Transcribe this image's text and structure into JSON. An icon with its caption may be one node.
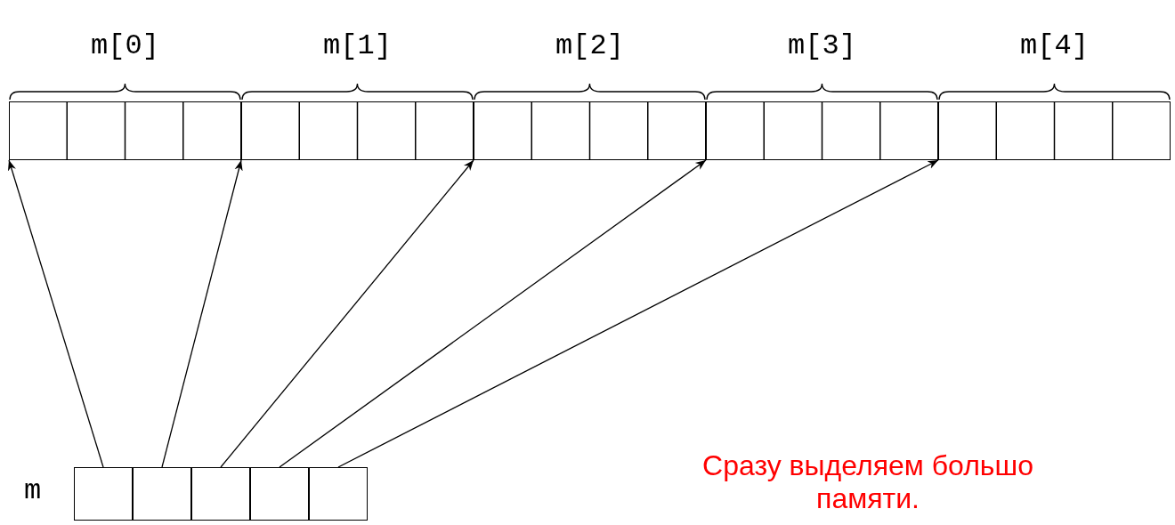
{
  "diagram": {
    "nodes": [
      {
        "text": [
          "m[0]"
        ]
      },
      {
        "text": [
          "m[1]"
        ]
      },
      {
        "text": [
          "m[2]"
        ]
      },
      {
        "text": [
          "m[3]"
        ]
      },
      {
        "text": [
          "m[4]"
        ]
      },
      {
        "text": [
          "m"
        ]
      },
      {
        "text": [],
        "shape": "box",
        "in": 5
      },
      {
        "text": [],
        "shape": "box",
        "in": 5
      },
      {
        "text": [],
        "shape": "box",
        "in": 5
      },
      {
        "text": [],
        "shape": "box",
        "in": 5
      },
      {
        "text": [],
        "shape": "box",
        "in": 5
      }
    ],
    "edges": [
      {
        "from": 6,
        "to": 0,
        "arrow": "to"
      },
      {
        "from": 7,
        "to": 1,
        "arrow": "to"
      },
      {
        "from": 8,
        "to": 2,
        "arrow": "to"
      },
      {
        "from": 9,
        "to": 3,
        "arrow": "to"
      },
      {
        "from": 10,
        "to": 4,
        "arrow": "to"
      }
    ],
    "labels": [
      "Сразу выделяем большо памяти."
    ]
  }
}
